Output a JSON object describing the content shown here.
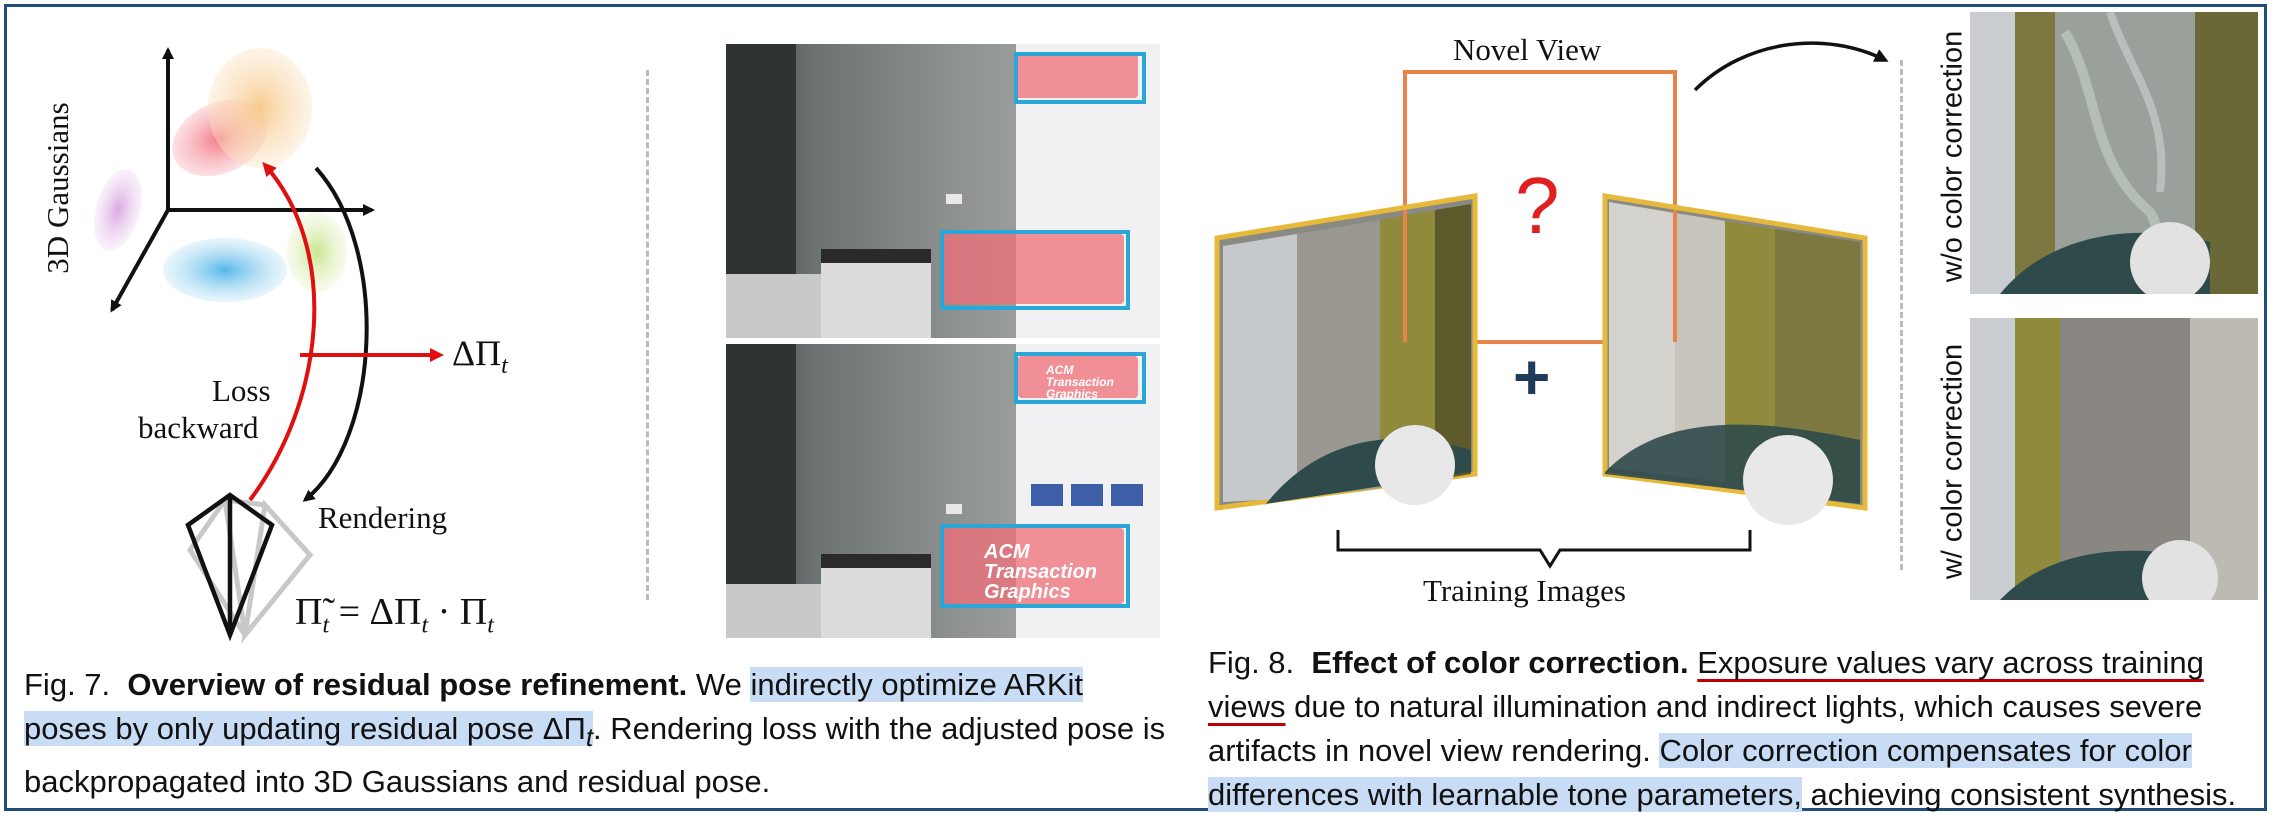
{
  "fig7": {
    "diagram": {
      "gaussians_label": "3D Gaussians",
      "loss_label_line1": "Loss",
      "loss_label_line2": "backward",
      "rendering_label": "Rendering",
      "delta_label": "ΔΠ",
      "delta_sub": "t",
      "equation": {
        "lhs": "Π̃",
        "lhs_sub": "t",
        "eq": " = ΔΠ",
        "mid_sub": "t",
        "dot": " · Π",
        "rhs_sub": "t"
      }
    },
    "photos": {
      "top_sign_text": "",
      "bottom_sign_small": "ACM Transaction Graphics",
      "bottom_sign_large": "ACM Transaction Graphics"
    },
    "caption": {
      "prefix": "Fig. 7.",
      "title": "Overview of residual pose refinement.",
      "t1": " We ",
      "hl1": "indirectly optimize ARKit poses by only updating residual pose ΔΠ",
      "hl1_sub": "t",
      "t2": ". Rendering loss with the adjusted pose is backpropagated into 3D Gaussians and residual pose."
    }
  },
  "fig8": {
    "diagram": {
      "novel_view_label": "Novel View",
      "question_mark": "?",
      "plus_sign": "+",
      "training_label": "Training Images",
      "wo_label": "w/o color correction",
      "w_label": "w/ color correction"
    },
    "caption": {
      "prefix": "Fig. 8.",
      "title": "Effect of color correction.",
      "ul1": "Exposure values vary across training views",
      "t1": " due to natural illumination and indirect lights, which causes severe artifacts in novel view rendering. ",
      "hl1": "Color correction compensates for color differences with learnable tone parameters,",
      "t2": " achieving consistent synthesis."
    }
  },
  "colors": {
    "frame": "#1f4e79",
    "highlight": "#c9dcf5",
    "underline": "#c00000",
    "red_arrow": "#e01010",
    "orange_line": "#e8834a",
    "gold_border": "#e6b93a",
    "question": "#e02020",
    "plus": "#1f3b5a",
    "annotation_box": "#2aa7d6"
  }
}
